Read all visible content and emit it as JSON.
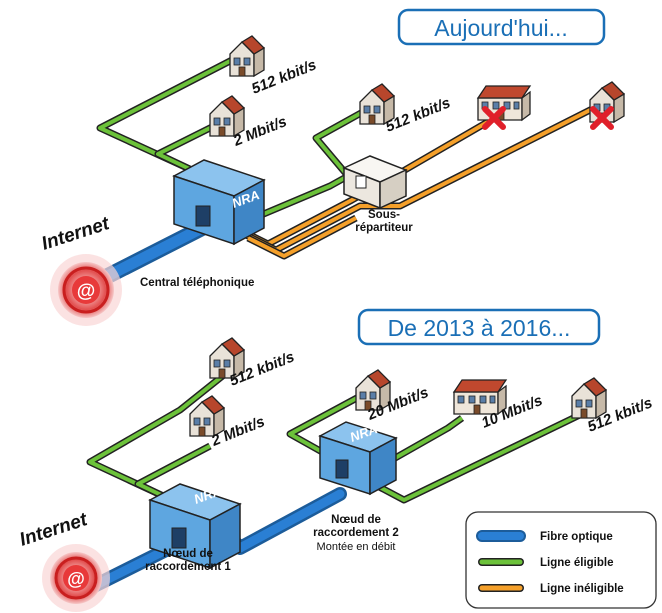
{
  "sections": {
    "top_title": "Aujourd'hui...",
    "bottom_title": "De 2013 à 2016..."
  },
  "top": {
    "internet": "Internet",
    "central": "Central téléphonique",
    "nra": "NRA",
    "sous_line1": "Sous-",
    "sous_line2": "répartiteur",
    "speed_house1": "512 kbit/s",
    "speed_house2": "2 Mbit/s",
    "speed_house3": "512 kbit/s"
  },
  "bottom": {
    "internet": "Internet",
    "node1_line1": "Nœud de",
    "node1_line2": "raccordement 1",
    "node2_line1": "Nœud de",
    "node2_line2": "raccordement 2",
    "node2_sub": "Montée en débit",
    "nra1": "NRA",
    "nra2": "NRA",
    "speed_house1": "512 kbit/s",
    "speed_house2": "2 Mbit/s",
    "speed_house3": "20 Mbit/s",
    "speed_house4": "10 Mbit/s",
    "speed_house5": "512 kbit/s"
  },
  "legend": {
    "items": [
      {
        "label": "Fibre optique",
        "color": "#2a7fd4"
      },
      {
        "label": "Ligne éligible",
        "color": "#6cc23a"
      },
      {
        "label": "Ligne inéligible",
        "color": "#f5a02a"
      }
    ]
  },
  "colors": {
    "fiber": "#2a7fd4",
    "eligible": "#6cc23a",
    "ineligible": "#f5a02a",
    "nra_box": "#5ea6e0",
    "title": "#1a6fb6",
    "cross": "#e0202a"
  }
}
